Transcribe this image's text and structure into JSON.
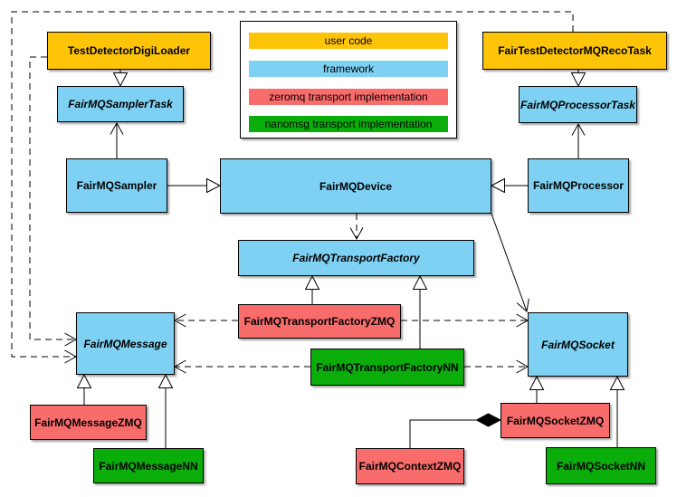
{
  "legend": {
    "items": [
      {
        "label": "user code",
        "color": "#FDC408"
      },
      {
        "label": "framework",
        "color": "#7ED1F2"
      },
      {
        "label": "zeromq transport implementation",
        "color": "#F96C6C"
      },
      {
        "label": "nanomsg transport implementation",
        "color": "#0BAD0B"
      }
    ]
  },
  "colors": {
    "user_code": "#FDC408",
    "framework": "#7ED1F2",
    "zeromq": "#F96C6C",
    "nanomsg": "#0BAD0B",
    "line": "#000000",
    "background": "#FFFFFF"
  },
  "nodes": {
    "test_detector_digi_loader": {
      "label": "TestDetectorDigiLoader",
      "category": "user code",
      "abstract": false
    },
    "fair_test_detector_mq_reco_task": {
      "label": "FairTestDetectorMQRecoTask",
      "category": "user code",
      "abstract": false
    },
    "fairmq_sampler_task": {
      "label": "FairMQSamplerTask",
      "category": "framework",
      "abstract": true
    },
    "fairmq_processor_task": {
      "label": "FairMQProcessorTask",
      "category": "framework",
      "abstract": true
    },
    "fairmq_sampler": {
      "label": "FairMQSampler",
      "category": "framework",
      "abstract": false
    },
    "fairmq_device": {
      "label": "FairMQDevice",
      "category": "framework",
      "abstract": false
    },
    "fairmq_processor": {
      "label": "FairMQProcessor",
      "category": "framework",
      "abstract": false
    },
    "fairmq_transport_factory": {
      "label": "FairMQTransportFactory",
      "category": "framework",
      "abstract": true
    },
    "fairmq_transport_factory_zmq": {
      "label": "FairMQTransportFactoryZMQ",
      "category": "zeromq",
      "abstract": false
    },
    "fairmq_transport_factory_nn": {
      "label": "FairMQTransportFactoryNN",
      "category": "nanomsg",
      "abstract": false
    },
    "fairmq_message": {
      "label": "FairMQMessage",
      "category": "framework",
      "abstract": true
    },
    "fairmq_socket": {
      "label": "FairMQSocket",
      "category": "framework",
      "abstract": true
    },
    "fairmq_message_zmq": {
      "label": "FairMQMessageZMQ",
      "category": "zeromq",
      "abstract": false
    },
    "fairmq_message_nn": {
      "label": "FairMQMessageNN",
      "category": "nanomsg",
      "abstract": false
    },
    "fairmq_socket_zmq": {
      "label": "FairMQSocketZMQ",
      "category": "zeromq",
      "abstract": false
    },
    "fairmq_socket_nn": {
      "label": "FairMQSocketNN",
      "category": "nanomsg",
      "abstract": false
    },
    "fairmq_context_zmq": {
      "label": "FairMQContextZMQ",
      "category": "zeromq",
      "abstract": false
    }
  },
  "edges": [
    {
      "from": "TestDetectorDigiLoader",
      "to": "FairMQSamplerTask",
      "type": "inheritance"
    },
    {
      "from": "FairTestDetectorMQRecoTask",
      "to": "FairMQProcessorTask",
      "type": "inheritance"
    },
    {
      "from": "FairMQSampler",
      "to": "FairMQDevice",
      "type": "inheritance"
    },
    {
      "from": "FairMQProcessor",
      "to": "FairMQDevice",
      "type": "inheritance"
    },
    {
      "from": "FairMQSampler",
      "to": "FairMQSamplerTask",
      "type": "association"
    },
    {
      "from": "FairMQProcessor",
      "to": "FairMQProcessorTask",
      "type": "association"
    },
    {
      "from": "FairMQDevice",
      "to": "FairMQTransportFactory",
      "type": "dependency"
    },
    {
      "from": "FairMQDevice",
      "to": "FairMQSocket",
      "type": "association"
    },
    {
      "from": "FairMQTransportFactoryZMQ",
      "to": "FairMQTransportFactory",
      "type": "inheritance"
    },
    {
      "from": "FairMQTransportFactoryNN",
      "to": "FairMQTransportFactory",
      "type": "inheritance"
    },
    {
      "from": "FairMQTransportFactoryZMQ",
      "to": "FairMQMessage",
      "type": "dependency"
    },
    {
      "from": "FairMQTransportFactoryZMQ",
      "to": "FairMQSocket",
      "type": "dependency"
    },
    {
      "from": "FairMQTransportFactoryNN",
      "to": "FairMQMessage",
      "type": "dependency"
    },
    {
      "from": "FairMQTransportFactoryNN",
      "to": "FairMQSocket",
      "type": "dependency"
    },
    {
      "from": "TestDetectorDigiLoader",
      "to": "FairMQMessage",
      "type": "dependency"
    },
    {
      "from": "FairTestDetectorMQRecoTask",
      "to": "FairMQMessage",
      "type": "dependency"
    },
    {
      "from": "FairMQMessageZMQ",
      "to": "FairMQMessage",
      "type": "inheritance"
    },
    {
      "from": "FairMQMessageNN",
      "to": "FairMQMessage",
      "type": "inheritance"
    },
    {
      "from": "FairMQSocketZMQ",
      "to": "FairMQSocket",
      "type": "inheritance"
    },
    {
      "from": "FairMQSocketNN",
      "to": "FairMQSocket",
      "type": "inheritance"
    },
    {
      "from": "FairMQSocketZMQ",
      "to": "FairMQContextZMQ",
      "type": "composition"
    }
  ]
}
